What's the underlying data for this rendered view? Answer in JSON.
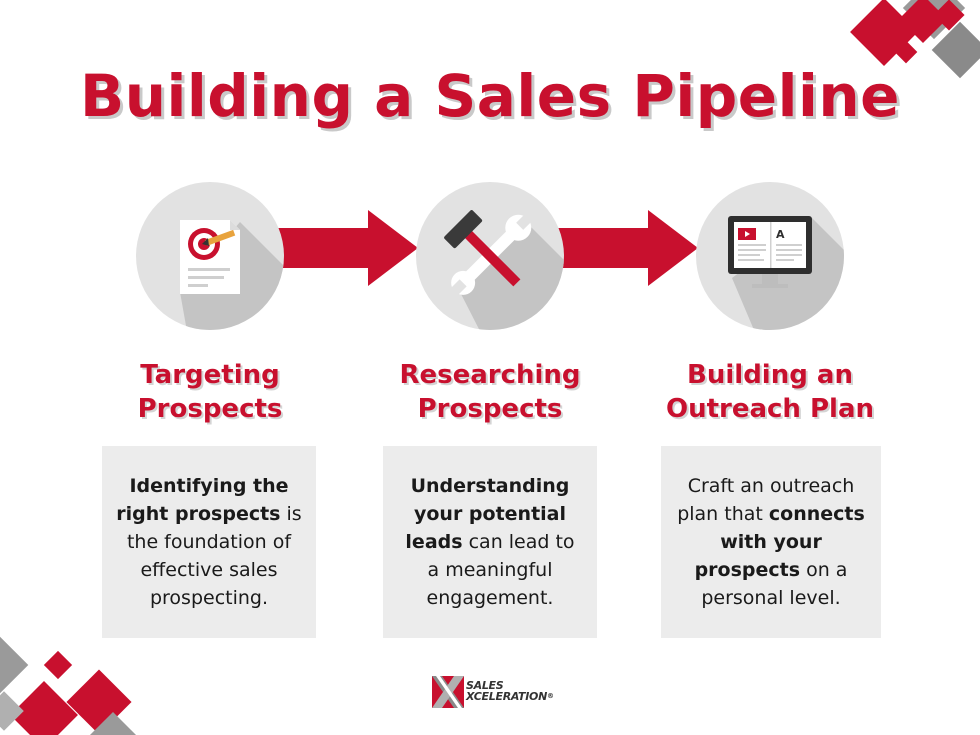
{
  "title": "Building a Sales Pipeline",
  "steps": [
    {
      "icon": "target-document-icon",
      "heading_lines": [
        "Targeting",
        "Prospects"
      ],
      "body": [
        {
          "text": "Identifying the right prospects",
          "bold": true
        },
        {
          "text": " is the foundation of effective sales prospecting.",
          "bold": false
        }
      ]
    },
    {
      "icon": "hammer-wrench-icon",
      "heading_lines": [
        "Researching",
        "Prospects"
      ],
      "body": [
        {
          "text": "Understanding your potential leads",
          "bold": true
        },
        {
          "text": " can lead to a meaningful engagement.",
          "bold": false
        }
      ]
    },
    {
      "icon": "monitor-content-icon",
      "heading_lines": [
        "Building an",
        "Outreach Plan"
      ],
      "body": [
        {
          "text": "Craft an outreach plan that ",
          "bold": false
        },
        {
          "text": "connects with your prospects",
          "bold": true
        },
        {
          "text": " on a personal level.",
          "bold": false
        }
      ]
    }
  ],
  "logo": {
    "line1": "SALES",
    "line2": "XCELERATION",
    "mark": "®"
  },
  "colors": {
    "accent": "#c8102e",
    "circle": "#e2e2e2",
    "card": "#ececec",
    "decor_gray": "#8a8a8a"
  }
}
